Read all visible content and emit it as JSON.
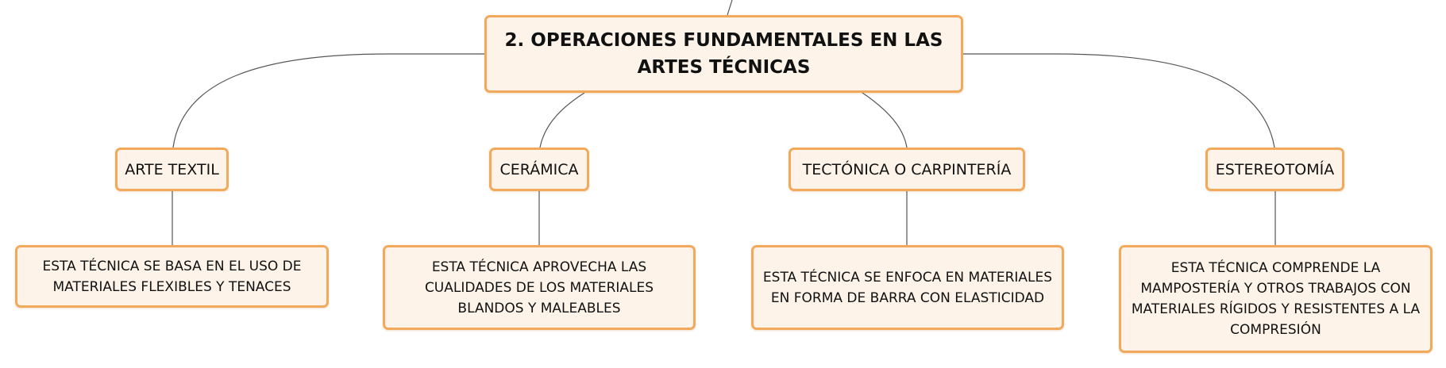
{
  "root": {
    "title": "2. OPERACIONES FUNDAMENTALES EN LAS ARTES TÉCNICAS"
  },
  "branches": [
    {
      "label": "ARTE TEXTIL",
      "description": "ESTA TÉCNICA SE BASA EN EL USO DE MATERIALES FLEXIBLES Y TENACES"
    },
    {
      "label": "CERÁMICA",
      "description": "ESTA TÉCNICA APROVECHA LAS CUALIDADES DE LOS MATERIALES BLANDOS Y MALEABLES"
    },
    {
      "label": "TECTÓNICA O CARPINTERÍA",
      "description": "ESTA TÉCNICA SE ENFOCA EN MATERIALES EN FORMA DE BARRA CON ELASTICIDAD"
    },
    {
      "label": "ESTEREOTOMÍA",
      "description": "ESTA TÉCNICA COMPRENDE LA MAMPOSTERÍA Y OTROS TRABAJOS CON MATERIALES RÍGIDOS Y RESISTENTES A LA COMPRESIÓN"
    }
  ],
  "colors": {
    "node_fill": "#fdf3e9",
    "node_border": "#f2a95c",
    "connector": "#555555",
    "text": "#111111"
  }
}
